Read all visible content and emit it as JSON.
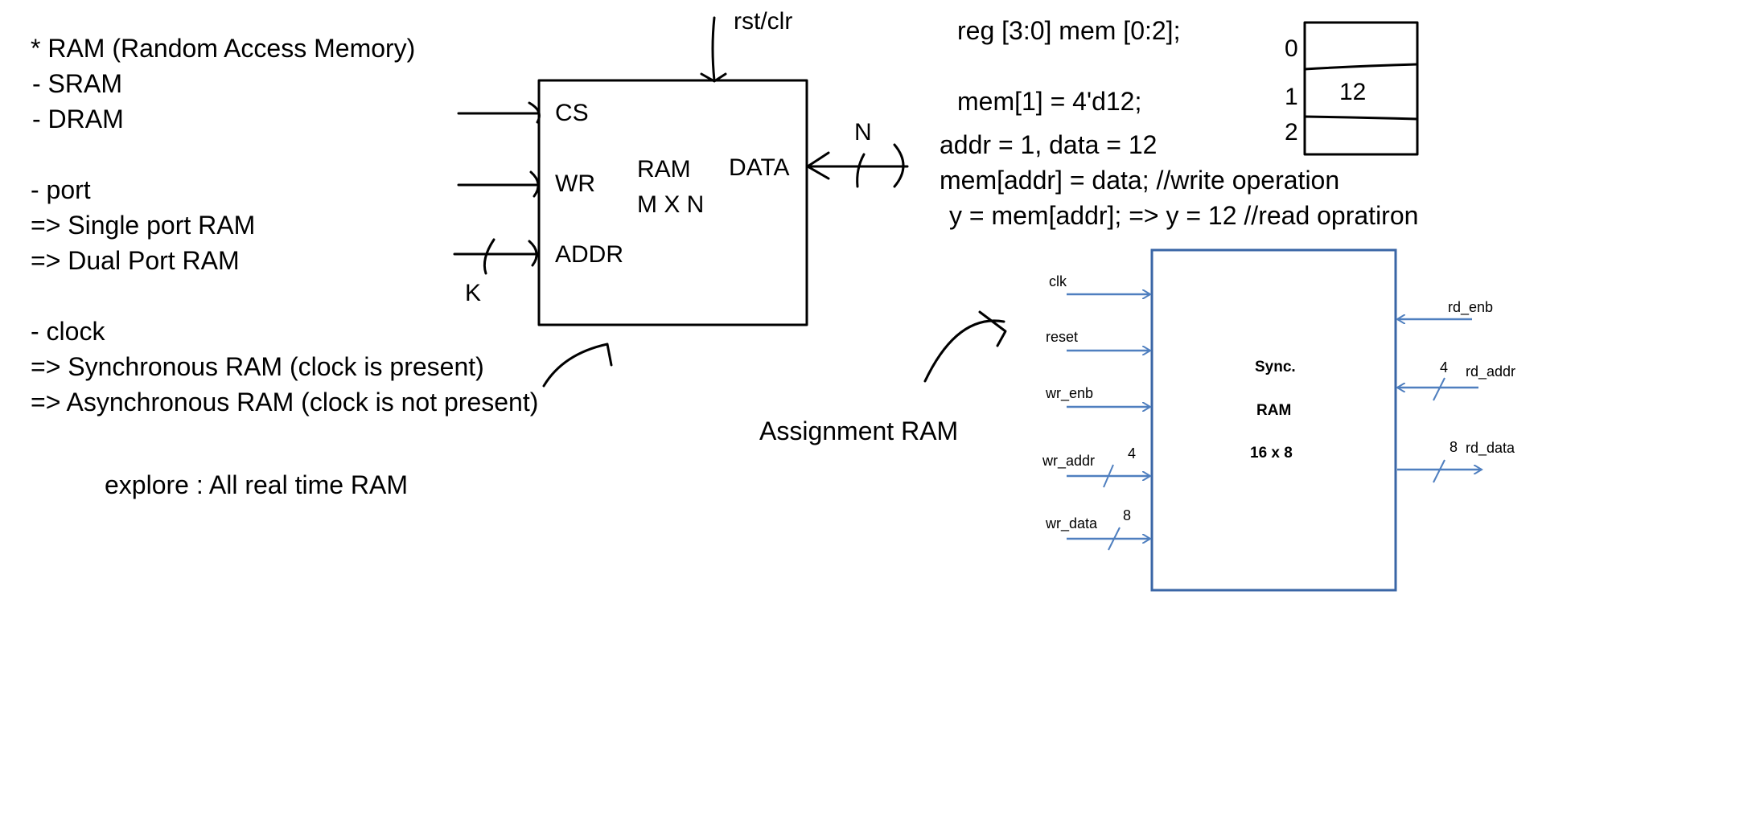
{
  "notes": {
    "ram_title": "* RAM (Random Access Memory)",
    "sram": " - SRAM",
    "dram": " - DRAM",
    "port": "- port",
    "single_port": "=> Single port RAM",
    "dual_port": "=> Dual Port RAM",
    "clock": "- clock",
    "sync_ram": "=> Synchronous RAM (clock is present)",
    "async_ram": "=> Asynchronous RAM (clock is not present)",
    "explore": "explore : All real time RAM"
  },
  "ram_block": {
    "rst_label": "rst/clr",
    "cs_label": "CS",
    "wr_label": "WR",
    "addr_label": "ADDR",
    "name": "RAM",
    "size": "M X N",
    "data_label": "DATA",
    "n_label": "N",
    "k_label": "K"
  },
  "code": {
    "decl": "reg [3:0] mem [0:2];",
    "assign": "mem[1] = 4'd12;",
    "vars": "addr = 1, data = 12",
    "write_op": "mem[addr] = data;  //write operation",
    "read_op": "y = mem[addr];   =>  y = 12   //read opratiron"
  },
  "mem_table": {
    "indices": [
      "0",
      "1",
      "2"
    ],
    "value": "12"
  },
  "assignment": {
    "label": "Assignment RAM",
    "block_title": "Sync.",
    "block_name": "RAM",
    "block_size": "16 x 8",
    "inputs": {
      "clk": "clk",
      "reset": "reset",
      "wr_enb": "wr_enb",
      "wr_addr": "wr_addr",
      "wr_addr_width": "4",
      "wr_data": "wr_data",
      "wr_data_width": "8"
    },
    "outputs": {
      "rd_enb": "rd_enb",
      "rd_addr": "rd_addr",
      "rd_addr_width": "4",
      "rd_data": "rd_data",
      "rd_data_width": "8"
    },
    "wire_color": "#4f7fbf",
    "box_color": "#3a66a6"
  }
}
